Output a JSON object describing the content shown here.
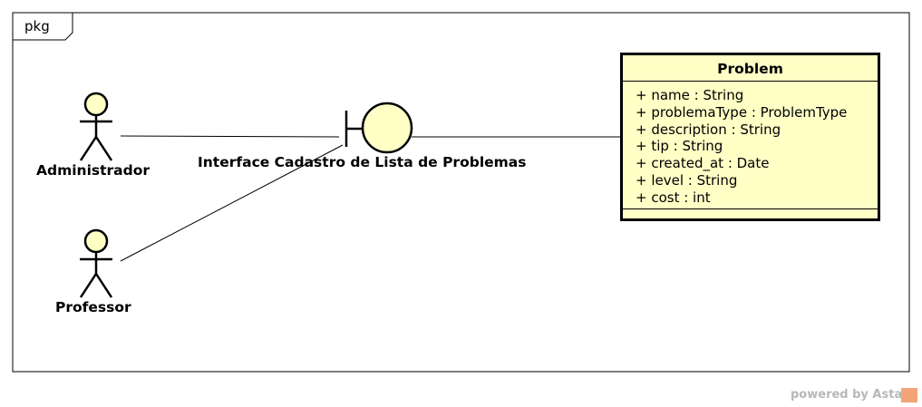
{
  "package": {
    "label": "pkg"
  },
  "actors": [
    {
      "name": "Administrador"
    },
    {
      "name": "Professor"
    }
  ],
  "boundary": {
    "name": "Interface Cadastro de Lista de Problemas"
  },
  "class": {
    "name": "Problem",
    "attributes": [
      "+ name : String",
      "+ problemaType : ProblemType",
      "+ description : String",
      "+ tip : String",
      "+ created_at : Date",
      "+ level : String",
      "+ cost : int"
    ]
  },
  "footer": {
    "text": "powered by Astah"
  },
  "colors": {
    "fill": "#ffffc6",
    "line": "#000000",
    "footer": "#b8b8b8"
  }
}
